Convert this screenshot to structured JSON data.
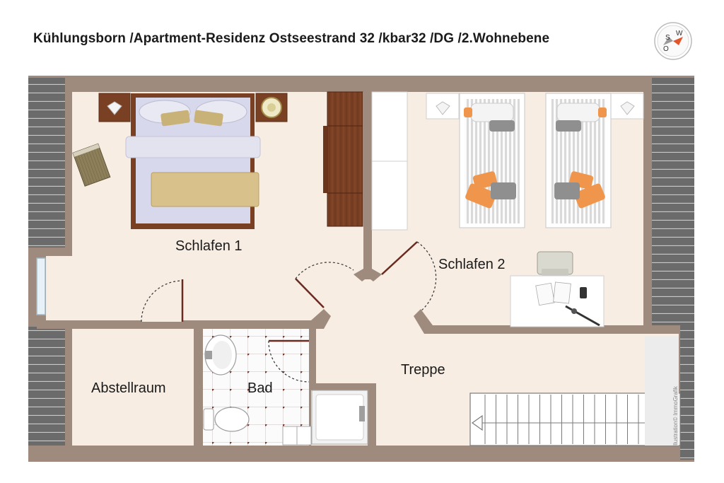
{
  "title": "Kühlungsborn /Apartment-Residenz Ostseestrand 32 /kbar32 /DG /2.Wohnebene",
  "compass": {
    "letters": [
      "S",
      "O",
      "W"
    ]
  },
  "rooms": {
    "schlafen1": "Schlafen 1",
    "schlafen2": "Schlafen 2",
    "abstellraum": "Abstellraum",
    "bad": "Bad",
    "treppe": "Treppe"
  },
  "credit": "Illustration© ImmoGrafik",
  "colors": {
    "wall": "#9e8b7e",
    "floor": "#f8ede3",
    "roof_slope": "#707070",
    "wood": "#7a4024",
    "pillow_orange": "#f0954c",
    "pillow_gray": "#8f8f8f",
    "blanket_tan": "#d8c18a"
  }
}
